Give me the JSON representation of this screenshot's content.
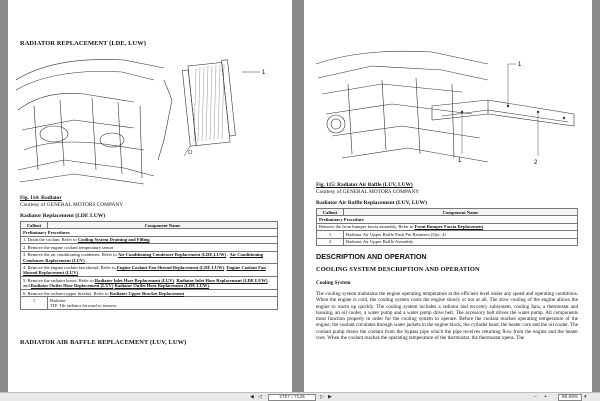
{
  "left_page": {
    "heading": "RADIATOR REPLACEMENT (LDE, LUW)",
    "figure_caption": "Fig. 114: Radiator",
    "courtesy": "Courtesy of GENERAL MOTORS COMPANY",
    "table_title": "Radiator Replacement (LDE LUW)",
    "table_headers": [
      "Callout",
      "Component Name"
    ],
    "section_label": "Preliminary Procedures",
    "steps": [
      {
        "num": "1.",
        "parts": [
          {
            "t": "Drain the coolant. Refer to "
          },
          {
            "t": "Cooling System Draining and Filling",
            "link": true
          },
          {
            "t": "."
          }
        ]
      },
      {
        "num": "2.",
        "parts": [
          {
            "t": "Remove the engine coolant temperature sensor."
          }
        ]
      },
      {
        "num": "3.",
        "parts": [
          {
            "t": "Remove the air conditioning condenser. Refer to "
          },
          {
            "t": "Air Conditioning Condenser Replacement (LDE,LUW)",
            "link": true
          },
          {
            "t": " , "
          },
          {
            "t": "Air Conditioning Condenser Replacement (LUV)",
            "link": true
          },
          {
            "t": "."
          }
        ]
      },
      {
        "num": "4.",
        "parts": [
          {
            "t": "Remove the engine coolant fan shroud. Refer to "
          },
          {
            "t": "Engine Coolant Fan Shroud Replacement (LDE LUW)",
            "link": true
          },
          {
            "t": ", "
          },
          {
            "t": "Engine Coolant Fan Shroud Replacement (LUV)",
            "link": true
          },
          {
            "t": "."
          }
        ]
      },
      {
        "num": "5.",
        "parts": [
          {
            "t": "Remove the radiator hoses. Refer to "
          },
          {
            "t": "Radiator Inlet Hose Replacement (LUV)",
            "link": true
          },
          {
            "t": ", "
          },
          {
            "t": "Radiator Inlet Hose Replacement (LDE LUW)",
            "link": true
          },
          {
            "t": ", and "
          },
          {
            "t": "Radiator Outlet Hose Replacement (LUV)",
            "link": true
          },
          {
            "t": " "
          },
          {
            "t": "Radiator Outlet Hose Replacement (LDE LUW)",
            "link": true
          },
          {
            "t": "."
          }
        ]
      },
      {
        "num": "6.",
        "parts": [
          {
            "t": "Remove the radiator upper bracket. Refer to "
          },
          {
            "t": "Radiator Upper Bracket Replacement",
            "link": true
          }
        ]
      }
    ],
    "callout_row": {
      "num": "1",
      "name": "Radiator",
      "tip": "TIP: Tilt radiator forward to remove."
    },
    "next_heading": "RADIATOR AIR BAFFLE REPLACEMENT (LUV, LUW)"
  },
  "right_page": {
    "figure_caption": "Fig. 115: Radiator Air Baffle (LUV, LUW)",
    "courtesy": "Courtesy of GENERAL MOTORS COMPANY",
    "table_title": "Radiator Air Baffle Replacement (LUV, LUW)",
    "table_headers": [
      "Callout",
      "Component Name"
    ],
    "section_label": "Preliminary Procedure",
    "prelim_parts": [
      {
        "t": "Remove the front bumper fascia assembly. Refer to "
      },
      {
        "t": "Front Bumper Fascia Replacement",
        "link": true
      }
    ],
    "rows": [
      {
        "num": "1",
        "name": "Radiator Air Upper Baffle Push Pin Retainers (Qty: 4)"
      },
      {
        "num": "2",
        "name": "Radiator Air Upper Baffle Assembly"
      }
    ],
    "section_heading": "DESCRIPTION AND OPERATION",
    "sub_heading": "COOLING SYSTEM DESCRIPTION AND OPERATION",
    "cooling_label": "Cooling System",
    "paragraph": "The cooling system maintains the engine operating temperature at the efficient level under any speed and operating conditions. When the engine is cold, the cooling system cools the engine slowly or not at all. The slow cooling of the engine allows the engine to warm up quickly. The cooling system includes a radiator and recovery subsystem, cooling fans, a thermostat and housing, an oil cooler, a water pump and a water pump drive belt. The accessory belt drives the water pump. All components must function properly in order for the cooling system to operate. Before the coolant reaches operating temperature of the engine, the coolant circulates through water jackets in the engine block, the cylinder head, the heater core and the oil cooler. The coolant pump draws the coolant from the bypass pipe which the pipe receives returning flow from the engine and the heater core. When the coolant reaches the operating temperature of the thermostat, the thermostat opens. The",
    "diagram_labels": [
      "1",
      "1",
      "2"
    ]
  },
  "status_bar": {
    "page_current": "2707",
    "page_total": "7126",
    "page_separator": "/",
    "zoom": "89.68%"
  }
}
